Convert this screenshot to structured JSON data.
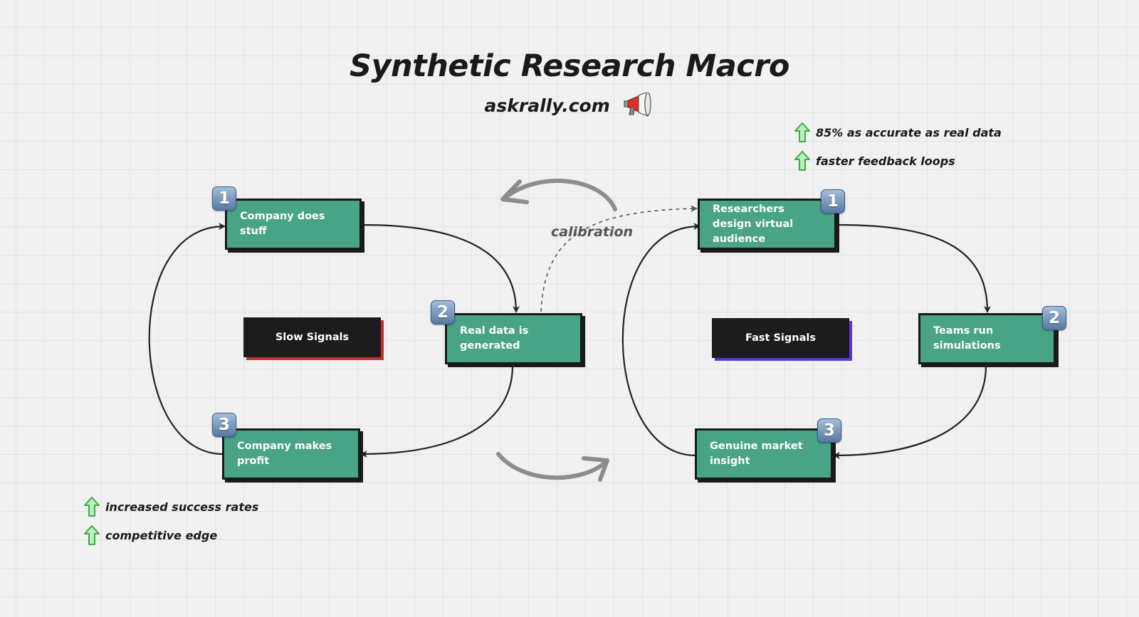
{
  "title": "Synthetic Research Macro",
  "subtitle": "askrally.com",
  "icons": {
    "megaphone": "megaphone-icon",
    "benefit": "green-up-arrow-icon"
  },
  "calibration_label": "calibration",
  "colors": {
    "node_fill": "#49a386",
    "slow_accent": "#c0312b",
    "fast_accent": "#5b35d6",
    "benefit_arrow": "#5cc86a",
    "badge": "#6b89b3"
  },
  "slow_loop": {
    "center_label": "Slow Signals",
    "steps": [
      {
        "number": "1",
        "label": "Company does stuff"
      },
      {
        "number": "2",
        "label": "Real data is generated"
      },
      {
        "number": "3",
        "label": "Company makes profit"
      }
    ],
    "benefits": [
      "increased success rates",
      "competitive edge"
    ]
  },
  "fast_loop": {
    "center_label": "Fast Signals",
    "steps": [
      {
        "number": "1",
        "label": "Researchers design virtual audience"
      },
      {
        "number": "2",
        "label": "Teams run simulations"
      },
      {
        "number": "3",
        "label": "Genuine market insight"
      }
    ],
    "benefits": [
      "85% as accurate as real data",
      "faster feedback loops"
    ]
  }
}
